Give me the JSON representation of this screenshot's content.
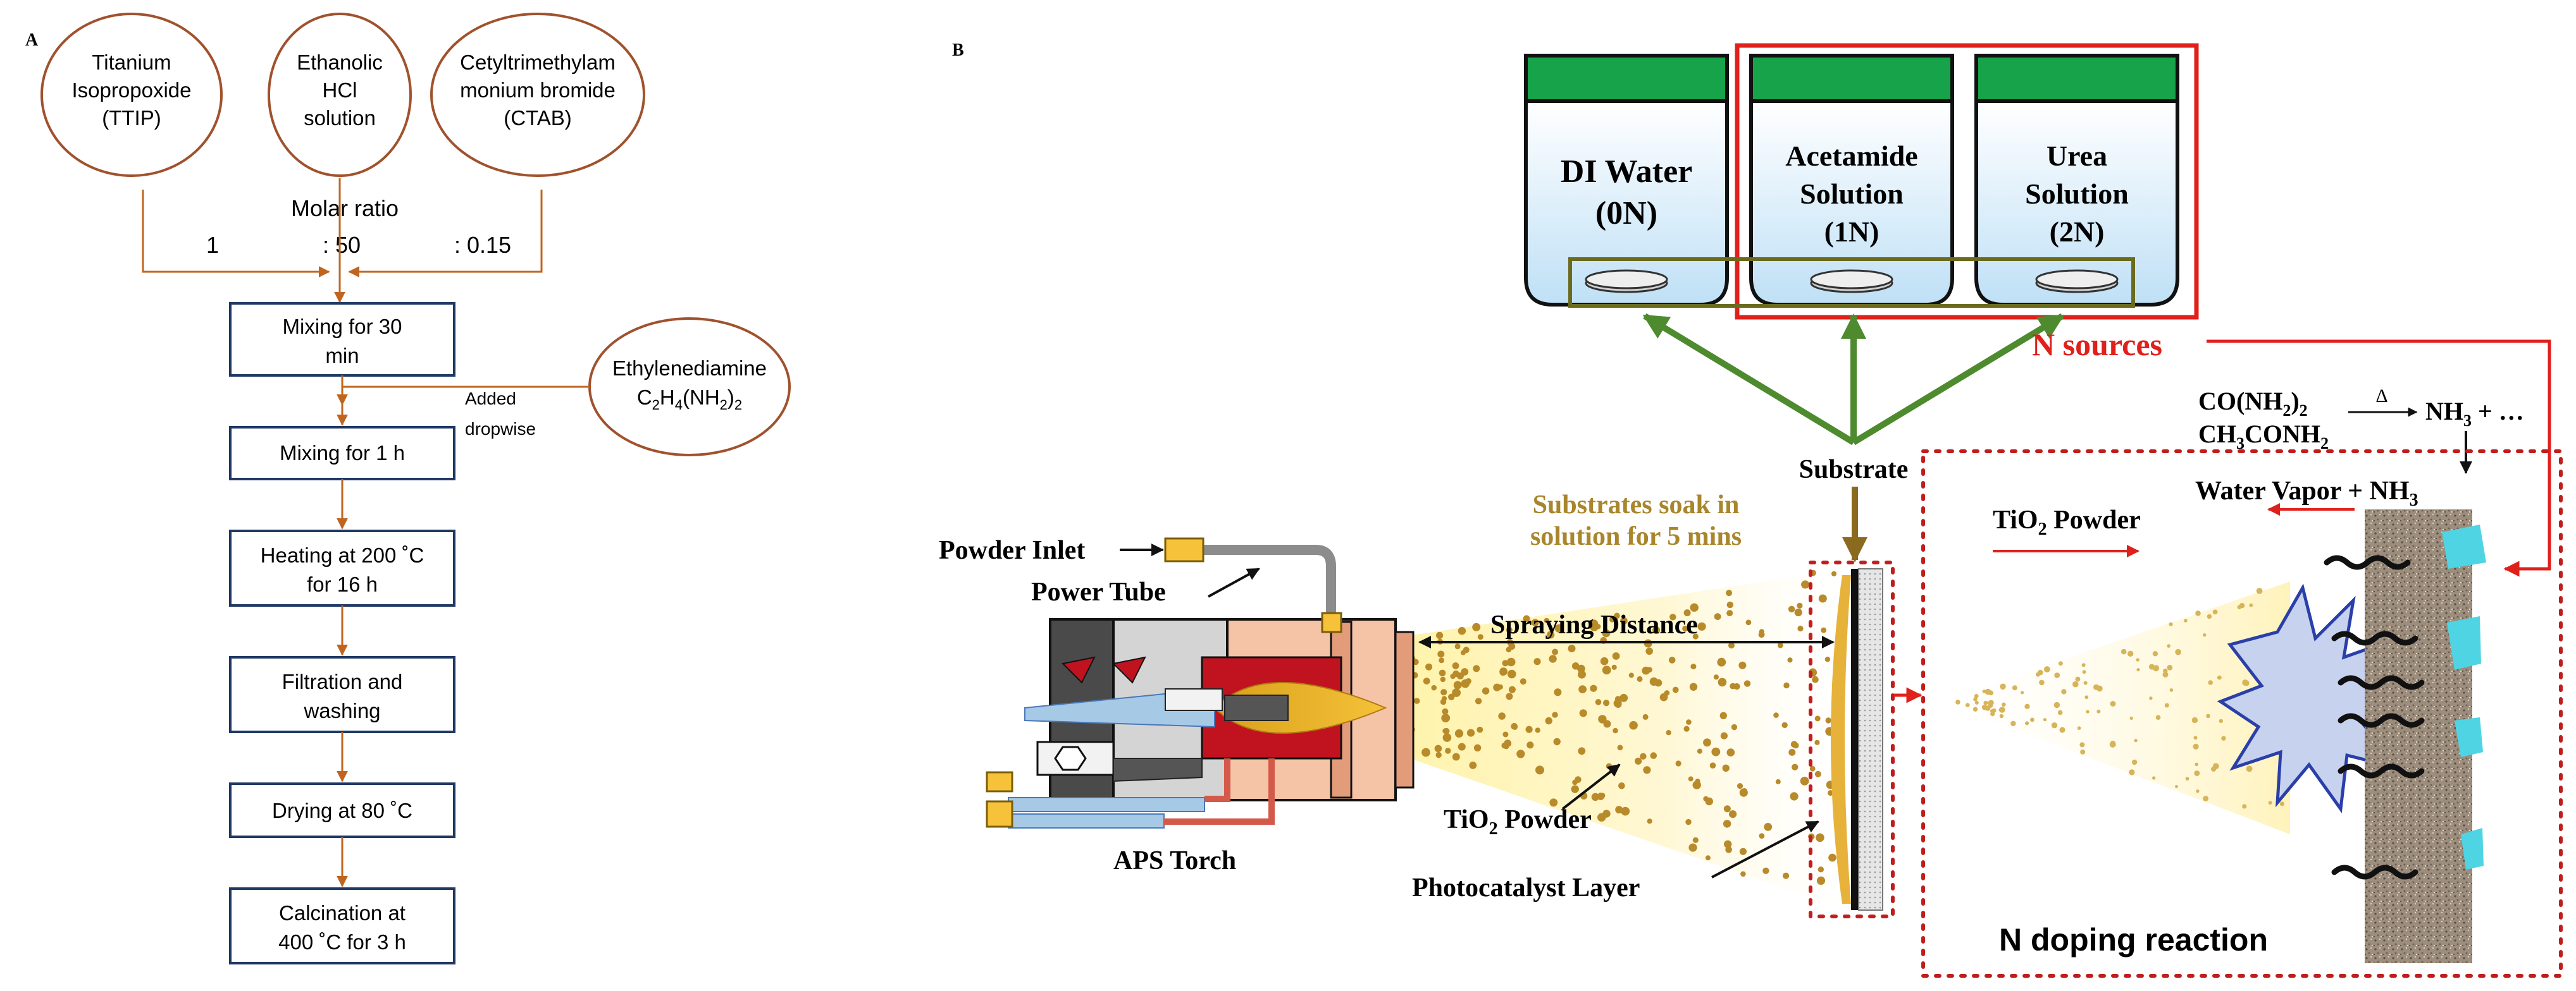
{
  "panel_a": {
    "label": "A",
    "reagents": [
      {
        "lines": [
          "Titanium",
          "Isopropoxide",
          "(TTIP)"
        ]
      },
      {
        "lines": [
          "Ethanolic",
          "HCl",
          "solution"
        ]
      },
      {
        "lines": [
          "Cetyltrimethylam",
          "monium bromide",
          "(CTAB)"
        ]
      }
    ],
    "molar_ratio_title": "Molar ratio",
    "ratio_values": [
      "1",
      ": 50",
      ": 0.15"
    ],
    "steps": [
      {
        "lines": [
          "Mixing for 30",
          "min"
        ]
      },
      {
        "lines": [
          "Mixing for 1 h"
        ]
      },
      {
        "lines": [
          "Heating at 200 ˚C",
          "for 16 h"
        ]
      },
      {
        "lines": [
          "Filtration and",
          "washing"
        ]
      },
      {
        "lines": [
          "Drying at 80 ˚C"
        ]
      },
      {
        "lines": [
          "Calcination at",
          "400 ˚C for 3 h"
        ]
      }
    ],
    "additive": {
      "name": "Ethylenediamine",
      "formula_parts": [
        "C",
        "2",
        "H",
        "4",
        "(NH",
        "2",
        ")",
        "2"
      ]
    },
    "added_label": [
      "Added",
      "dropwise"
    ]
  },
  "panel_b": {
    "label": "B",
    "jars": [
      {
        "lines": [
          "DI Water",
          "(0N)"
        ]
      },
      {
        "lines": [
          "Acetamide",
          "Solution",
          "(1N)"
        ]
      },
      {
        "lines": [
          "Urea",
          "Solution",
          "(2N)"
        ]
      }
    ],
    "n_sources_label": "N sources",
    "substrate_label": "Substrate",
    "soak_label": [
      "Substrates soak in",
      "solution for 5 mins"
    ],
    "reaction": {
      "urea_parts": [
        "CO(NH",
        "2",
        ")",
        "2"
      ],
      "acetamide_parts": [
        "CH",
        "3",
        "CONH",
        "2"
      ],
      "heat_symbol": "Δ",
      "product_parts": [
        "NH",
        "3",
        " + …"
      ]
    },
    "water_vapor_parts": [
      "Water Vapor + NH",
      "3"
    ],
    "tio2_powder_right_parts": [
      "TiO",
      "2",
      " Powder"
    ],
    "tio2_powder_bottom_parts": [
      "TiO",
      "2",
      " Powder"
    ],
    "powder_inlet_label": "Powder Inlet",
    "power_tube_label": "Power Tube",
    "spraying_distance_label": "Spraying Distance",
    "aps_torch_label": "APS Torch",
    "photocatalyst_layer_label": "Photocatalyst Layer",
    "n_doping_label": "N doping reaction",
    "colors": {
      "flow_brown": "#c0651f",
      "box_navy": "#1f3864",
      "ellipse_brown": "#a0522d",
      "red": "#e0201b",
      "green_arrow": "#4e8a2e",
      "jar_lid_green": "#16a34a",
      "particle_gold": "#b88a2a",
      "soak_gold": "#a9852b",
      "water_light": "#cfe8f7"
    }
  }
}
